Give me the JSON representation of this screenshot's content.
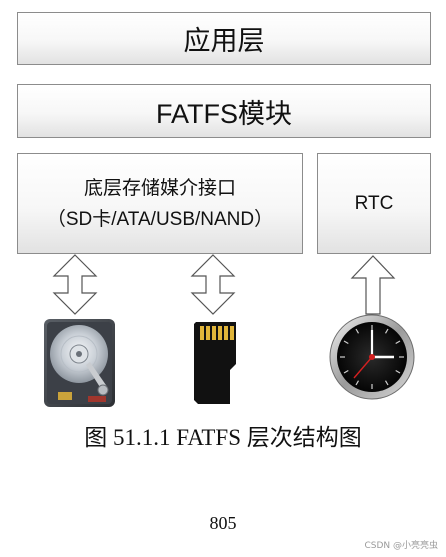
{
  "diagram": {
    "app_layer": "应用层",
    "fatfs_module": "FATFS模块",
    "storage_interface": {
      "line1": "底层存储媒介接口",
      "line2": "（SD卡/ATA/USB/NAND）"
    },
    "rtc": "RTC",
    "icons": [
      "hard-disk-icon",
      "sd-card-icon",
      "clock-icon"
    ],
    "arrows": [
      "double-arrow",
      "double-arrow",
      "up-arrow"
    ]
  },
  "caption": "图 51.1.1 FATFS 层次结构图",
  "page_number": "805",
  "watermark": "CSDN @小亮亮虫"
}
